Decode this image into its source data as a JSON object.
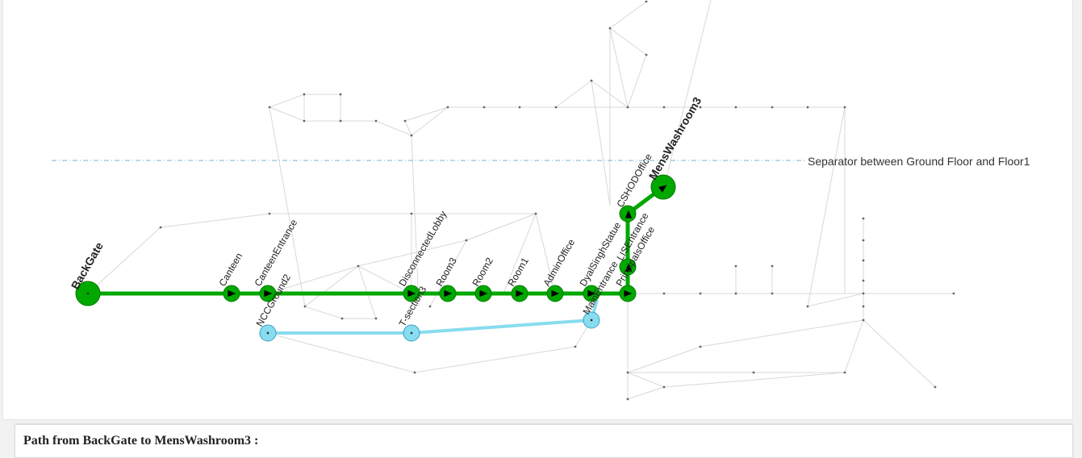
{
  "separator_label": "Separator between Ground Floor and Floor1",
  "result_title": "Path from BackGate to MensWashroom3 :",
  "colors": {
    "main_path": "#00a800",
    "alt_path": "#88dcef",
    "alt_stroke": "#3aa0c0",
    "edge": "#d8d8d8",
    "separator": "#6fb5d0",
    "arrow": "#000000"
  },
  "labeled_nodes": [
    {
      "id": "backgate",
      "label": "BackGate",
      "bold": true
    },
    {
      "id": "canteen",
      "label": "Canteen"
    },
    {
      "id": "canteen_entrance",
      "label": "CanteenEntrance"
    },
    {
      "id": "ncc_ground2",
      "label": "NCCGround2"
    },
    {
      "id": "disconnected_lobby",
      "label": "DisconnectedLobby"
    },
    {
      "id": "t_section3",
      "label": "T-section3"
    },
    {
      "id": "room3",
      "label": "Room3"
    },
    {
      "id": "room2",
      "label": "Room2"
    },
    {
      "id": "room1",
      "label": "Room1"
    },
    {
      "id": "admin_office",
      "label": "AdminOffice"
    },
    {
      "id": "dyal_singh_statue",
      "label": "DyalSinghStatue"
    },
    {
      "id": "main_entrance",
      "label": "MainEntrance"
    },
    {
      "id": "principals_office",
      "label": "PrincipalsOffice"
    },
    {
      "id": "lis_entrance",
      "label": "LISEntrance"
    },
    {
      "id": "cshod_office",
      "label": "CSHODOffice"
    },
    {
      "id": "mens_washroom3",
      "label": "MensWashroom3",
      "bold": true
    }
  ],
  "main_path": [
    "backgate",
    "canteen",
    "canteen_entrance",
    "disconnected_lobby",
    "room3",
    "room2",
    "room1",
    "admin_office",
    "dyal_singh_statue",
    "principals_office",
    "lis_entrance",
    "cshod_office",
    "mens_washroom3"
  ],
  "alt_path": [
    "ncc_ground2",
    "t_section3",
    "main_entrance"
  ]
}
